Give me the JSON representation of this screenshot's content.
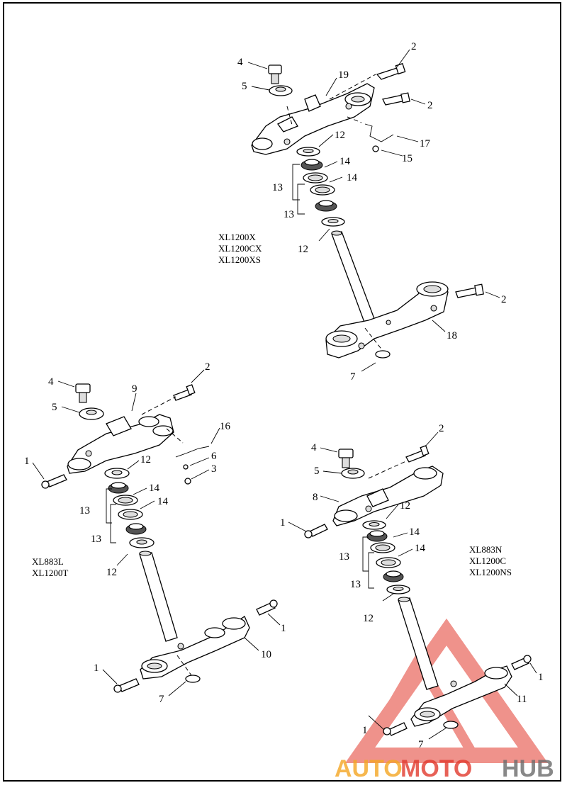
{
  "callouts": {
    "a": [
      "2",
      "19",
      "4",
      "5",
      "2",
      "12",
      "17",
      "15",
      "14",
      "13",
      "14",
      "13",
      "12",
      "2",
      "18",
      "7"
    ],
    "b": [
      "4",
      "9",
      "2",
      "5",
      "16",
      "1",
      "12",
      "6",
      "3",
      "14",
      "13",
      "14",
      "13",
      "12",
      "1",
      "10",
      "1",
      "7"
    ],
    "c": [
      "2",
      "4",
      "5",
      "8",
      "12",
      "1",
      "14",
      "13",
      "14",
      "13",
      "12",
      "1",
      "11",
      "1",
      "7"
    ]
  },
  "models": {
    "a": [
      "XL1200X",
      "XL1200CX",
      "XL1200XS"
    ],
    "b": [
      "XL883L",
      "XL1200T"
    ],
    "c": [
      "XL883N",
      "XL1200C",
      "XL1200NS"
    ]
  },
  "watermark": {
    "part1": "AUTO",
    "part2": "MOTO",
    "part3": "HUB",
    "color_accent": "#e23a2e",
    "color_orange": "#f5a623",
    "color_dark": "#6b6b6b"
  }
}
